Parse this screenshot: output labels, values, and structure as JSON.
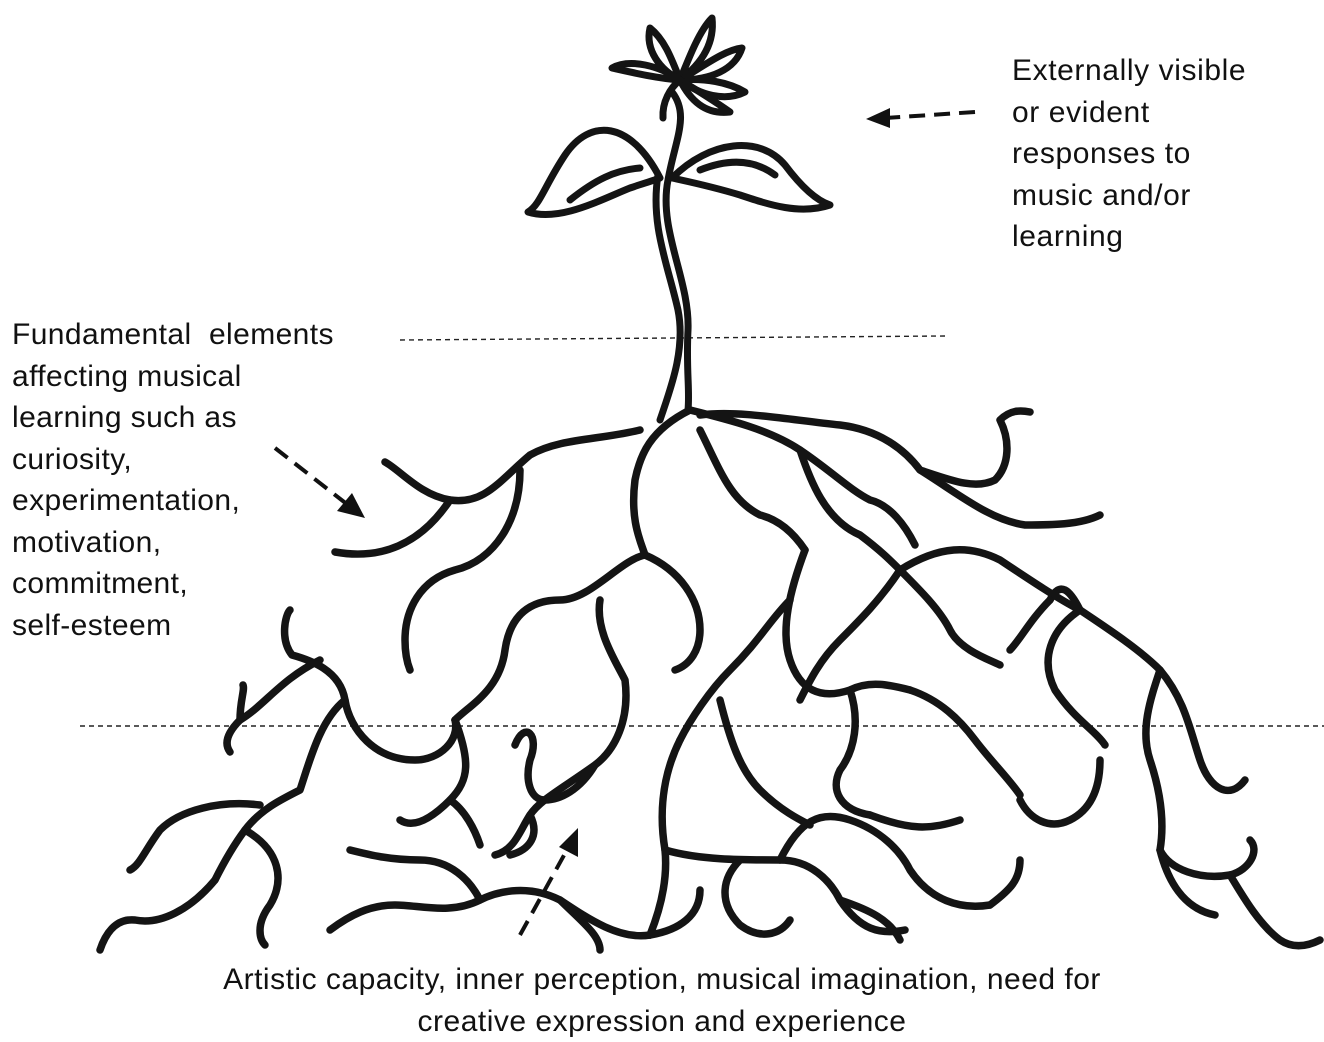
{
  "labels": {
    "visible_responses": [
      "Externally visible",
      "or evident",
      "responses to",
      "music and/or",
      "learning"
    ],
    "fundamental_elements": [
      "Fundamental  elements",
      "affecting musical",
      "learning such as",
      "curiosity,",
      "experimentation,",
      "motivation,",
      "commitment,",
      "self-esteem"
    ],
    "artistic_capacity": [
      "Artistic capacity, inner perception, musical imagination, need for",
      "creative expression and experience"
    ]
  },
  "colors": {
    "ink": "#141414",
    "background": "#ffffff"
  },
  "icons": [
    "plant-drawing",
    "roots-drawing",
    "arrow-left-icon",
    "arrow-down-right-icon",
    "arrow-up-right-icon"
  ]
}
